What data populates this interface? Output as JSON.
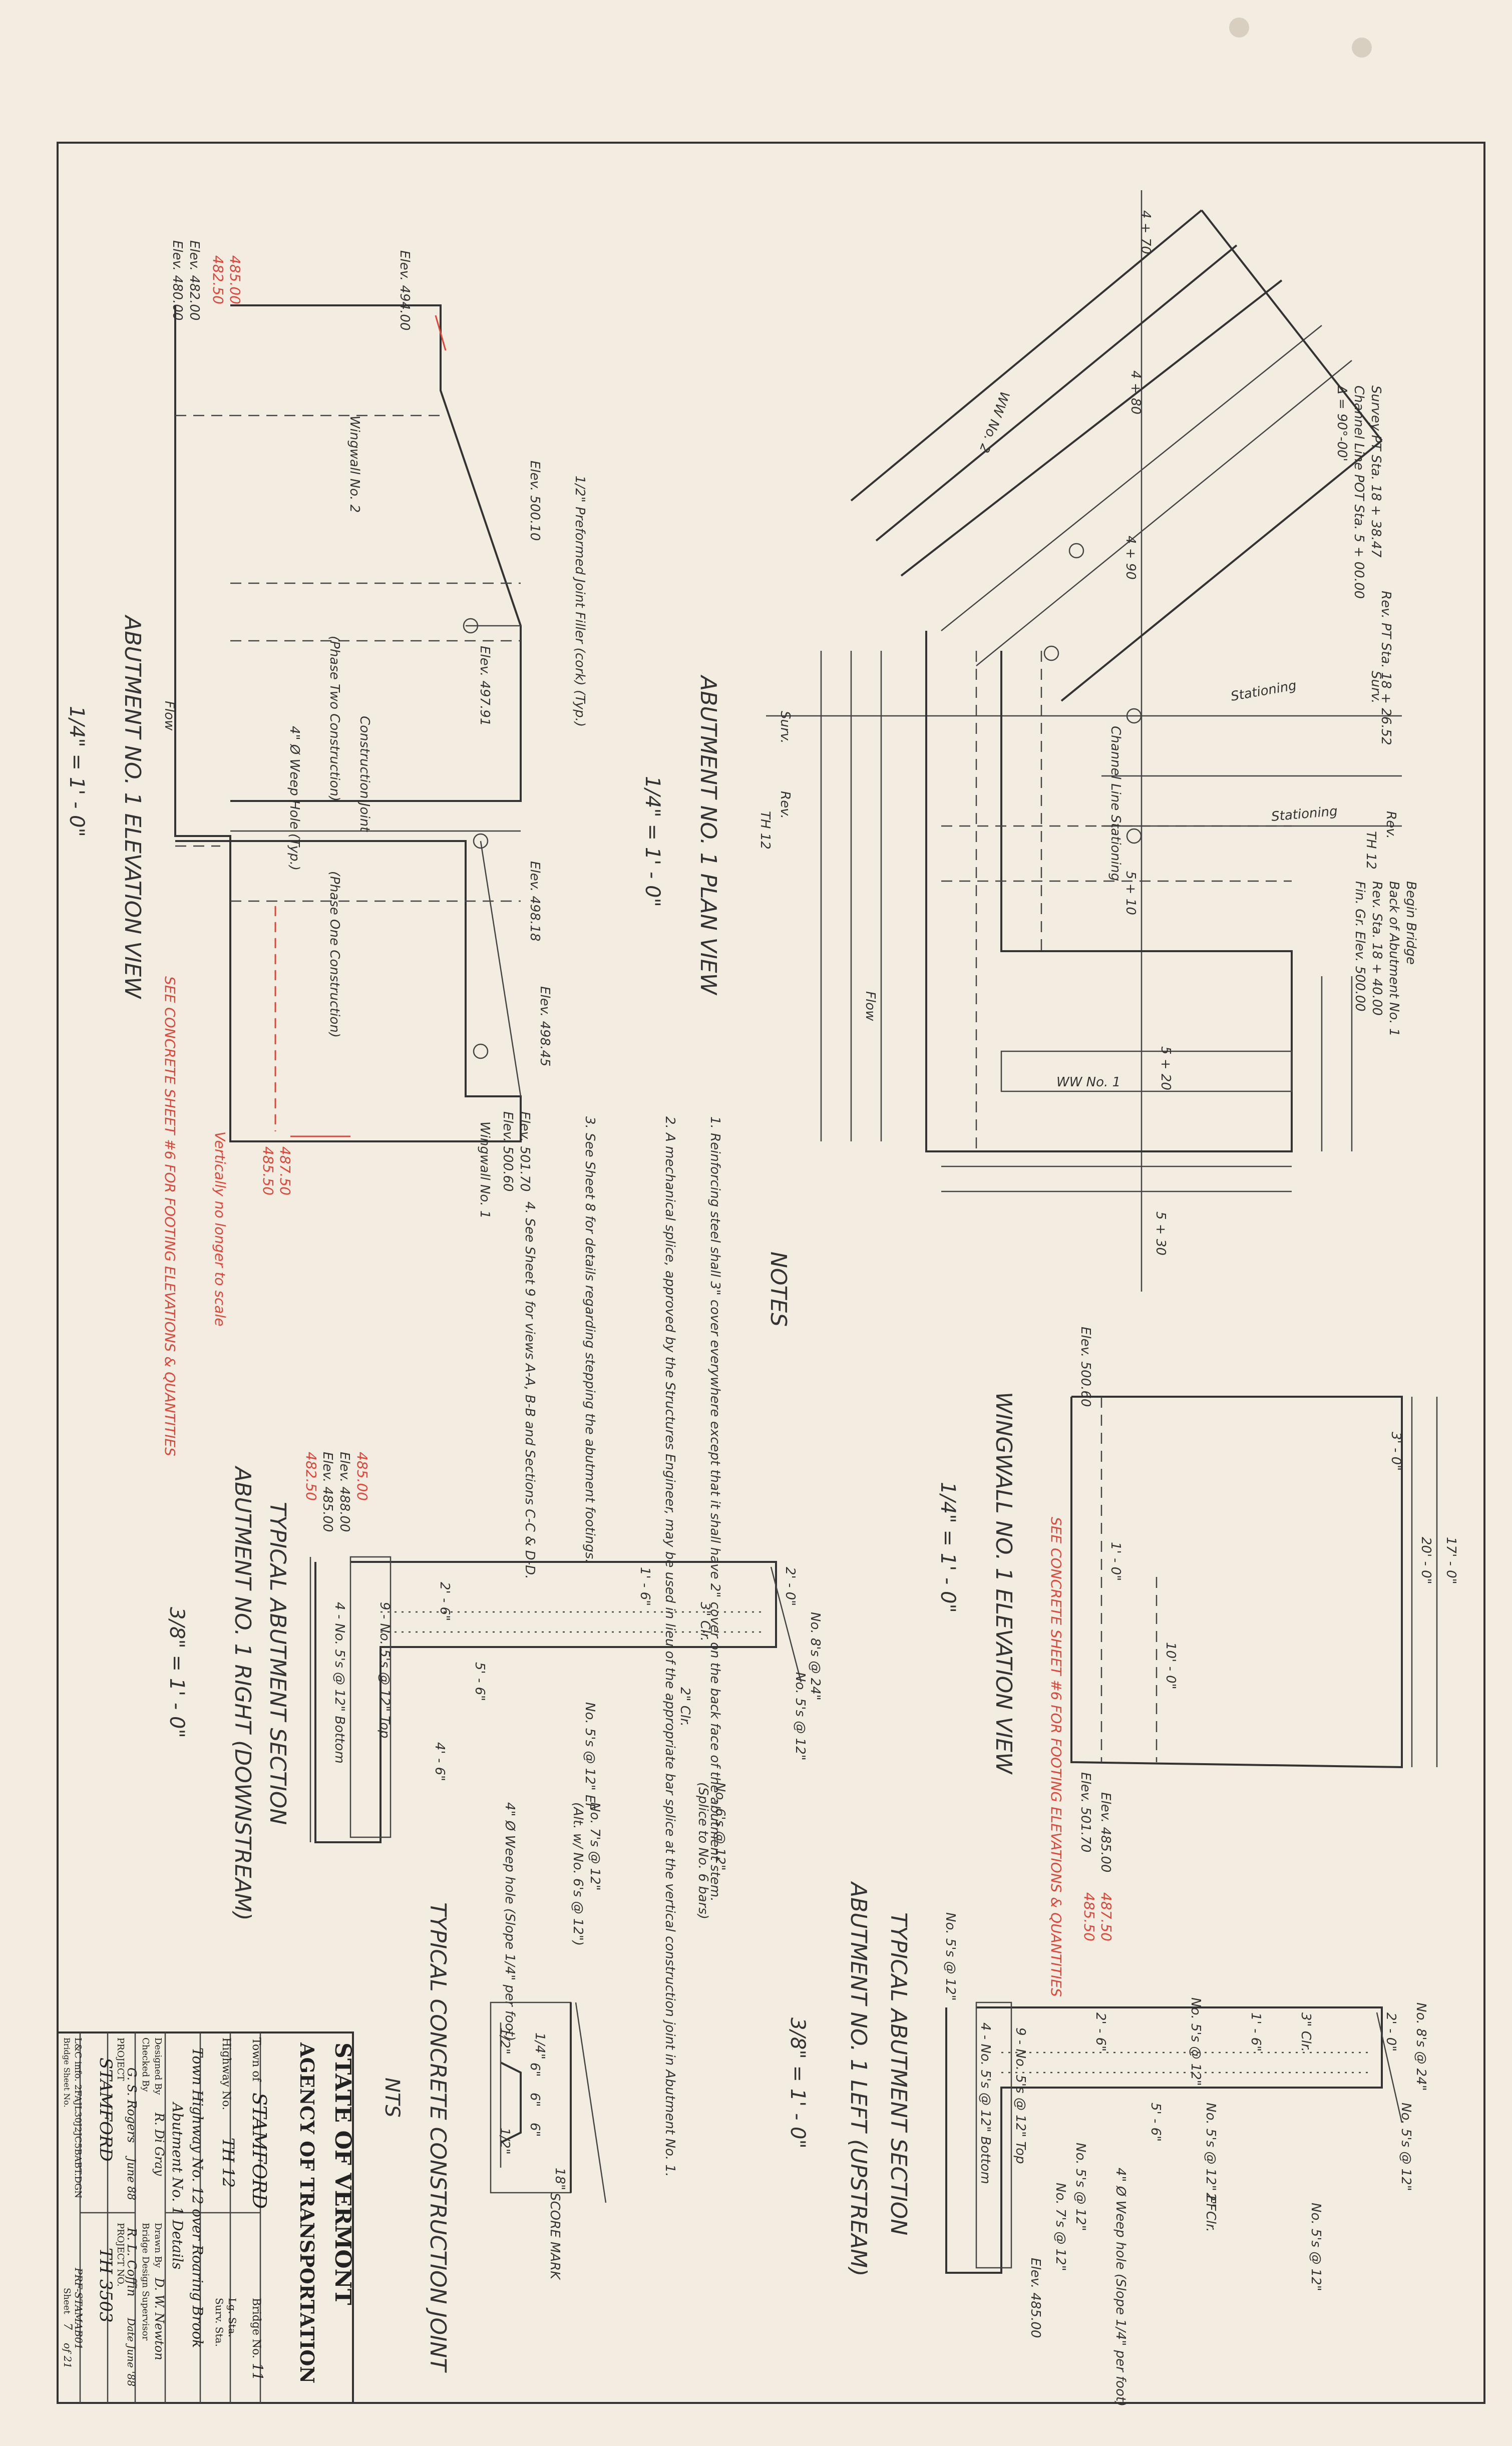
{
  "title_block": {
    "agency_line1": "STATE OF VERMONT",
    "agency_line2": "AGENCY OF TRANSPORTATION",
    "town_label": "Town of",
    "town": "STAMFORD",
    "bridge_no_label": "Bridge No.",
    "bridge_no": "11",
    "highway_label": "Highway No.",
    "highway": "TH 12",
    "lg_sta_label": "Lg. Sta.",
    "surv_sta_label": "Surv. Sta.",
    "description1": "Town Highway No. 12 over Roaring Brook",
    "description2": "Abutment No. 1 Details",
    "designed_by_label": "Designed By",
    "designed_by": "R. Di Gray",
    "drawn_by_label": "Drawn By",
    "drawn_by": "D. W. Newton",
    "checked_by_label": "Checked By",
    "checked_by": "G. S. Rogers",
    "checked_date": "June 88",
    "supervisor_label": "Bridge Design Supervisor",
    "supervisor": "R. L. Coffin",
    "supervisor_date": "Date June '88",
    "project_label": "PROJECT",
    "project": "STAMFORD",
    "project_no_label": "PROJECT NO.",
    "project_no": "TH 3503",
    "lg_info": "L&C info. 2FAJL30J2JC5BABT.DGN",
    "file_code": "PRF-STAMAB01",
    "sheet_label": "Sheet",
    "sheet": "7",
    "of": "of 21",
    "bridge_sheet_label": "Bridge Sheet No."
  },
  "views": {
    "plan_title": "ABUTMENT NO. 1 PLAN VIEW",
    "plan_scale": "1/4\" = 1' - 0\"",
    "elev_title": "ABUTMENT NO. 1 ELEVATION VIEW",
    "elev_scale": "1/4\" = 1' - 0\"",
    "wingwall_title": "WINGWALL NO. 1 ELEVATION VIEW",
    "wingwall_scale": "1/4\" = 1' - 0\"",
    "sect_right_title1": "TYPICAL ABUTMENT SECTION",
    "sect_right_title2": "ABUTMENT NO. 1 RIGHT (DOWNSTREAM)",
    "sect_right_scale": "3/8\" = 1' - 0\"",
    "sect_left_title1": "TYPICAL ABUTMENT SECTION",
    "sect_left_title2": "ABUTMENT NO. 1 LEFT (UPSTREAM)",
    "sect_left_scale": "3/8\" = 1' - 0\"",
    "joint_title": "TYPICAL CONCRETE CONSTRUCTION JOINT",
    "joint_scale": "NTS",
    "score_mark": "SCORE MARK"
  },
  "notes": {
    "heading": "NOTES",
    "n1": "1. Reinforcing steel shall 3\" cover everywhere except that it shall have 2\" cover on the back face of the abutment stem.",
    "n2": "2. A mechanical splice, approved by the Structures Engineer, may be used in lieu of the appropriate bar splice at the vertical construction joint in Abutment No. 1.",
    "n3": "3. See Sheet 8 for details regarding stepping the abutment footings.",
    "n4": "4. See Sheet 9 for views A-A, B-B and Sections C-C & D-D."
  },
  "plan_labels": {
    "survey_pt": "Survey PT Sta. 18 + 38.47",
    "channel_pot": "Channel Line POT Sta. 5 + 00.00",
    "delta": "Δ = 90°-00'",
    "rev_pt": "Rev. PT Sta. 18 + 26.52",
    "begin_bridge": "Begin Bridge",
    "back_abut": "Back of Abutment No. 1",
    "rev_sta": "Rev. Sta. 18 + 40.00",
    "fin_gr": "Fin. Gr. Elev. 500.00",
    "stationing": "Stationing",
    "channel_line": "Channel Line Stationing",
    "ww2": "WW No. 2",
    "ww1": "WW No. 1",
    "flow": "Flow",
    "sta_470": "4 + 70",
    "sta_480": "4 + 80",
    "sta_490": "4 + 90",
    "sta_510": "5 + 10",
    "sta_520": "5 + 20",
    "sta_530": "5 + 30",
    "surv": "Surv.",
    "rev": "Rev.",
    "th12": "TH 12"
  },
  "elev_labels": {
    "elev_494": "Elev. 494.00",
    "elev_482": "Elev. 482.00",
    "elev_480": "Elev. 480.00",
    "red_485": "485.00",
    "red_482_50": "482.50",
    "wingwall2": "Wingwall No. 2",
    "preformed": "1/2\" Preformed Joint Filler (cork) (Typ.)",
    "elev_500_10": "Elev. 500.10",
    "elev_497_91": "Elev. 497.91",
    "construction_joint": "Construction Joint",
    "phase_two": "(Phase Two Construction)",
    "phase_one": "(Phase One Construction)",
    "weep": "4\" Ø Weep Hole (Typ.)",
    "elev_498_18": "Elev. 498.18",
    "elev_498_45": "Elev. 498.45",
    "elev_501_70": "Elev. 501.70",
    "elev_500_60": "Elev. 500.60",
    "wingwall1": "Wingwall No. 1",
    "flow": "Flow",
    "see_concrete": "SEE CONCRETE SHEET #6 FOR FOOTING ELEVATIONS & QUANTITIES",
    "vertically": "Vertically no longer to scale",
    "red_487_50": "487.50",
    "red_485_50": "485.50"
  },
  "wing_labels": {
    "elev_500_60": "Elev. 500.60",
    "elev_501_70": "Elev. 501.70",
    "elev_485": "Elev. 485.00",
    "red_487_50": "487.50",
    "red_485_50": "485.50",
    "see_concrete": "SEE CONCRETE SHEET #6 FOR FOOTING ELEVATIONS & QUANTITIES",
    "dim_20": "20' - 0\"",
    "dim_17": "17' - 0\"",
    "dim_3": "3' - 0\"",
    "dim_10": "10' - 0\"",
    "dim_1": "1' - 0\""
  },
  "section_labels": {
    "no8": "No. 8's @ 24\"",
    "no5_12": "No. 5's @ 12\"",
    "no5_12ef": "No. 5's @ 12\" EF",
    "no6_12": "No. 6's @ 12\"",
    "splice": "(Splice to No. 6 bars)",
    "no7": "No. 7's @ 12\"",
    "alt": "(Alt. w/ No. 6's @ 12\")",
    "weep": "4\" Ø Weep hole (Slope 1/4\" per foot)",
    "no5_12top": "9 - No. 5's @ 12\" Top",
    "no5_bottom": "4 - No. 5's @ 12\" Bottom",
    "elev_488": "Elev. 488.00",
    "elev_485": "Elev. 485.00",
    "red_485": "485.00",
    "red_482_50": "482.50",
    "clr2": "2\" Clr.",
    "clr3": "3\" Clr.",
    "dim_2_0": "2' - 0\"",
    "dim_1_6": "1' - 6\"",
    "dim_4_6": "4' - 6\"",
    "dim_5_6": "5' - 6\"",
    "dim_2_6": "2' - 6\""
  },
  "joint_labels": {
    "d18": "18\"",
    "d6a": "6\"",
    "d6b": "6\"",
    "d6c": "6\"",
    "half1": "1/2\"",
    "half2": "1/2\"",
    "quarter": "1/4\""
  }
}
